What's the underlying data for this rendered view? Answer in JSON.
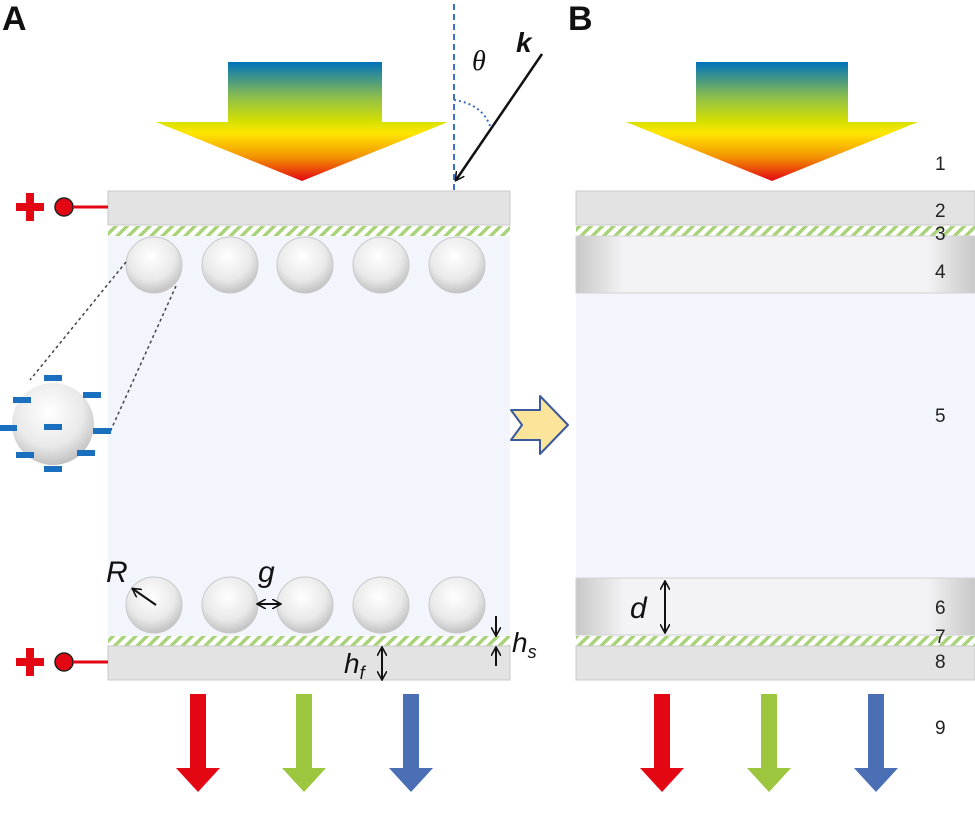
{
  "figure": {
    "panels": [
      {
        "id": "A",
        "label": "A"
      },
      {
        "id": "B",
        "label": "B"
      }
    ],
    "layer_labels": [
      "1",
      "2",
      "3",
      "4",
      "5",
      "6",
      "7",
      "8",
      "9"
    ],
    "symbols": {
      "theta": "θ",
      "k": "k",
      "R": "R",
      "g": "g",
      "h_f_main": "h",
      "h_f_sub": "f",
      "h_s_main": "h",
      "h_s_sub": "s",
      "d": "d"
    },
    "electrode_sign": "+",
    "output_arrows": [
      {
        "name": "red",
        "color": "#e30613"
      },
      {
        "name": "green",
        "color": "#9cc63d"
      },
      {
        "name": "blue",
        "color": "#4a6fb5"
      }
    ],
    "particle_charge_sign": "−",
    "particles_per_row": 5,
    "colors": {
      "electrode": "#e3e3e3",
      "cell_fluid": "#f2f6fc",
      "hatch": "#a9d37a",
      "charge": "#1a6fbf",
      "terminal": "#e30613",
      "transition_arrow_fill": "#fde49b",
      "transition_arrow_stroke": "#3a5a9c"
    }
  }
}
